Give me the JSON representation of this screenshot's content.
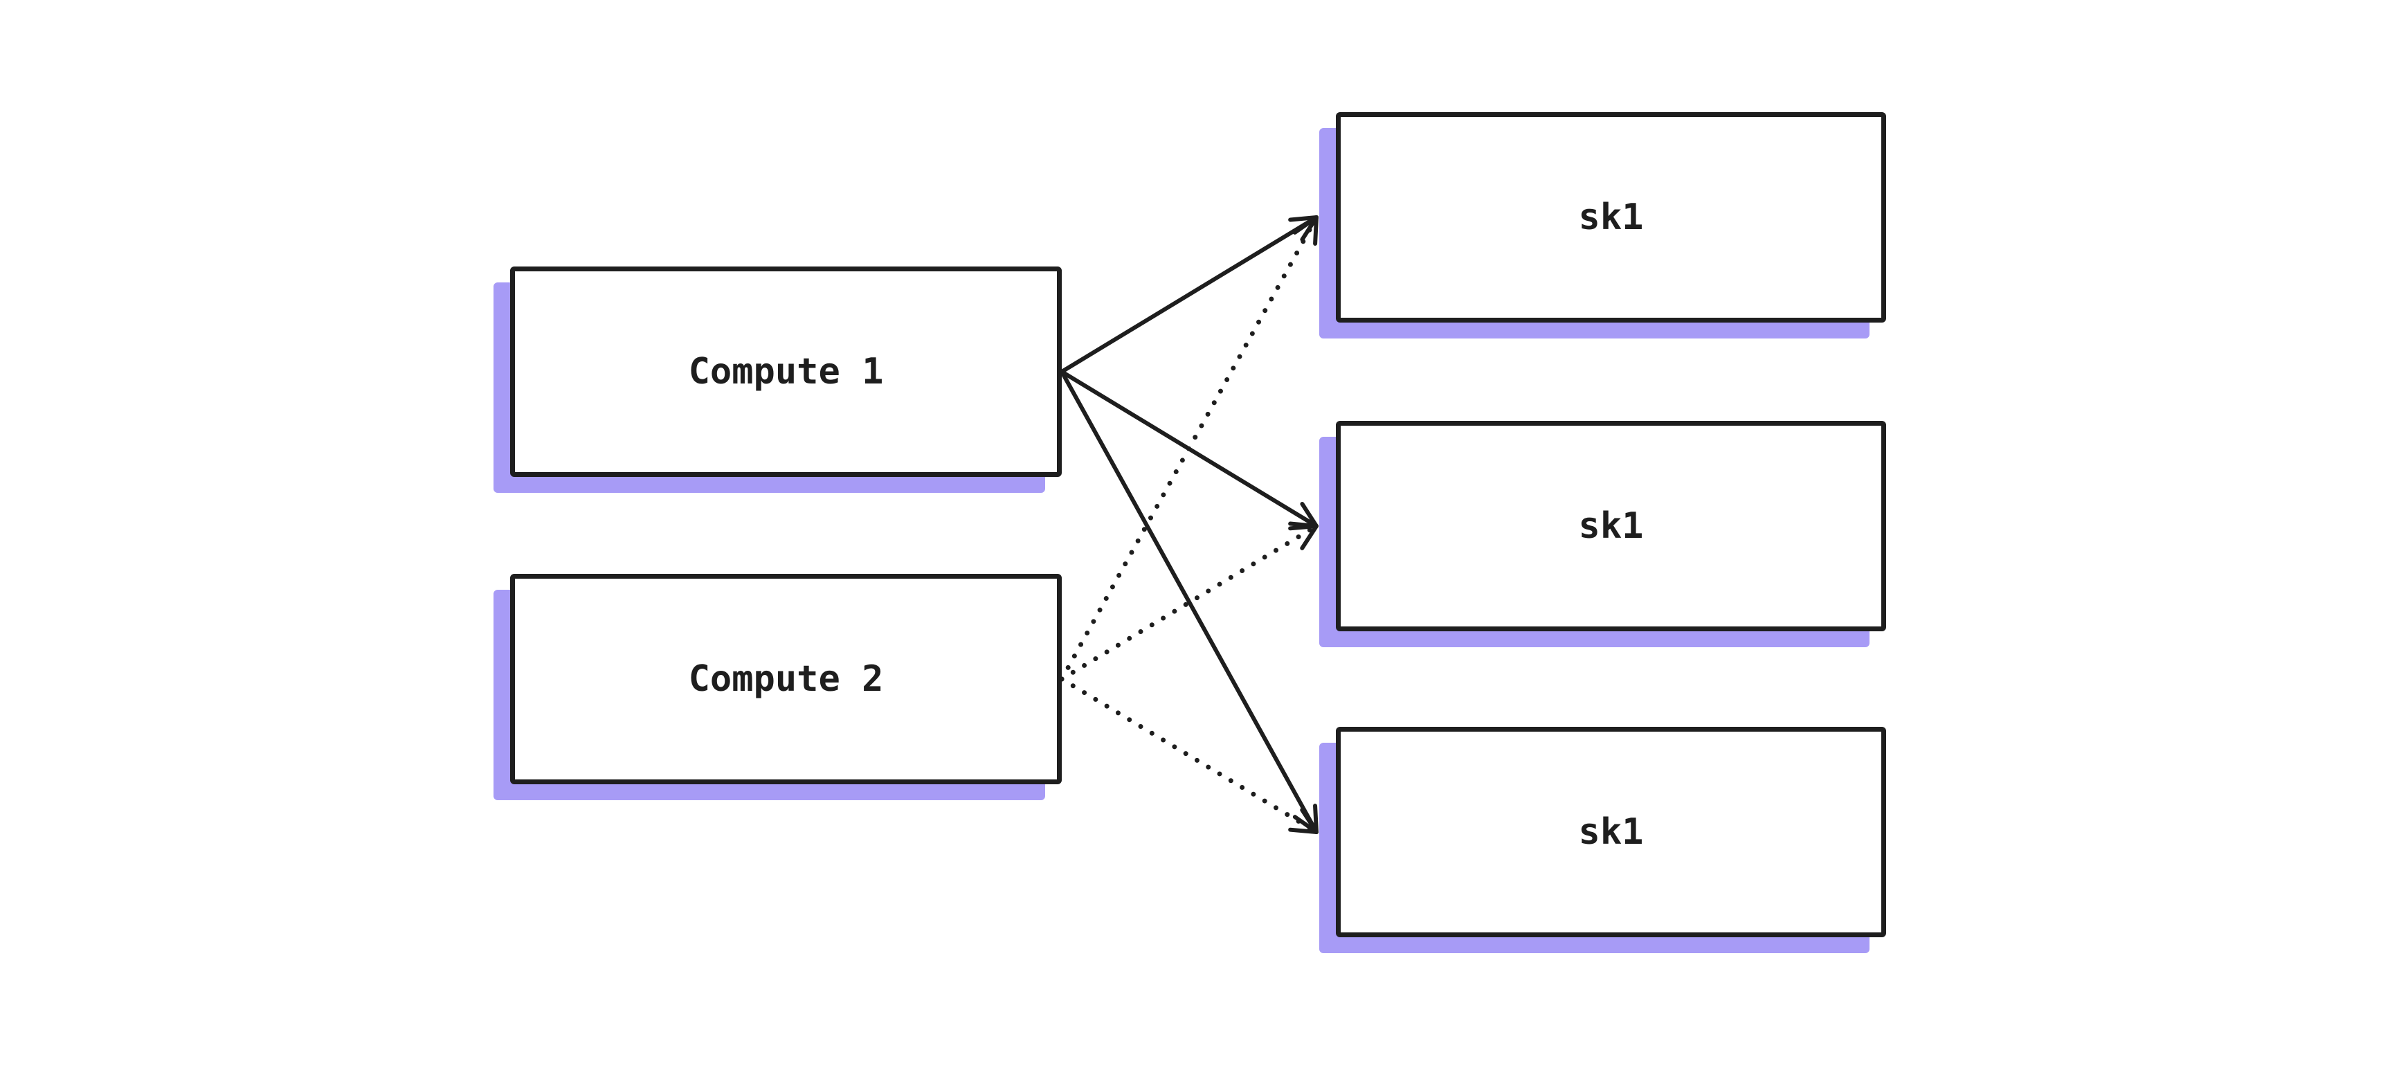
{
  "diagram": {
    "background_color": "#ffffff",
    "stroke_color": "#1e1e1e",
    "shadow_color": "#a79bf6",
    "nodes": [
      {
        "id": "compute-1",
        "label": "Compute 1"
      },
      {
        "id": "compute-2",
        "label": "Compute 2"
      },
      {
        "id": "sk1-top",
        "label": "sk1"
      },
      {
        "id": "sk1-middle",
        "label": "sk1"
      },
      {
        "id": "sk1-bottom",
        "label": "sk1"
      }
    ],
    "edges": [
      {
        "from": "compute-1",
        "to": "sk1-top",
        "style": "solid"
      },
      {
        "from": "compute-1",
        "to": "sk1-middle",
        "style": "solid"
      },
      {
        "from": "compute-1",
        "to": "sk1-bottom",
        "style": "solid"
      },
      {
        "from": "compute-2",
        "to": "sk1-top",
        "style": "dotted"
      },
      {
        "from": "compute-2",
        "to": "sk1-middle",
        "style": "dotted"
      },
      {
        "from": "compute-2",
        "to": "sk1-bottom",
        "style": "dotted"
      }
    ]
  }
}
